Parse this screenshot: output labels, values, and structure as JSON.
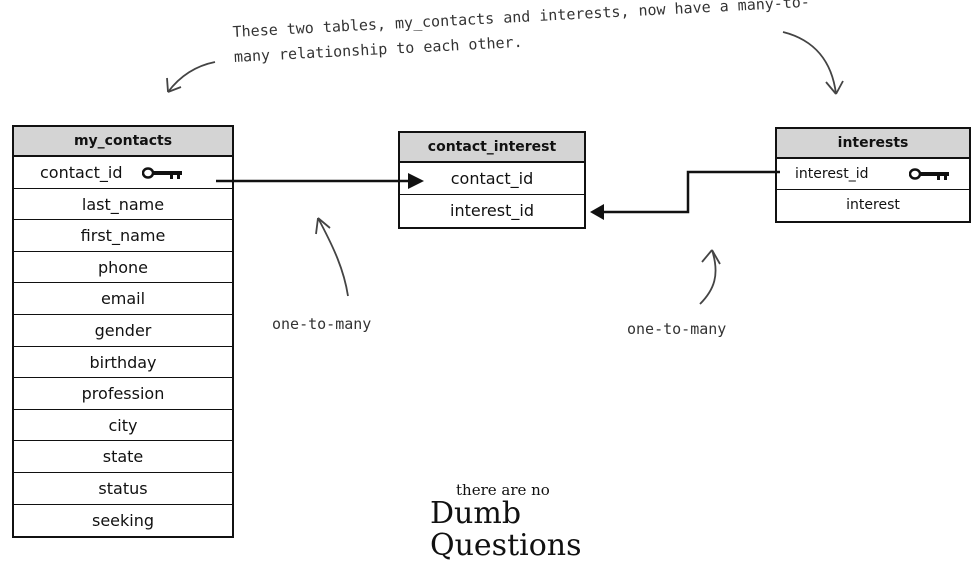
{
  "caption": "These two tables, my_contacts and interests, now have a many-to-many relationship to each other.",
  "tables": {
    "my_contacts": {
      "title": "my_contacts",
      "columns": [
        "contact_id",
        "last_name",
        "first_name",
        "phone",
        "email",
        "gender",
        "birthday",
        "profession",
        "city",
        "state",
        "status",
        "seeking"
      ]
    },
    "contact_interest": {
      "title": "contact_interest",
      "columns": [
        "contact_id",
        "interest_id"
      ]
    },
    "interests": {
      "title": "interests",
      "columns": [
        "interest_id",
        "interest"
      ]
    }
  },
  "labels": {
    "left": "one-to-many",
    "right": "one-to-many"
  },
  "footer": {
    "small": "there are no",
    "big": "Dumb Questions"
  },
  "icons": {
    "primary_key": "key-icon",
    "arrow": "arrowhead-icon"
  }
}
